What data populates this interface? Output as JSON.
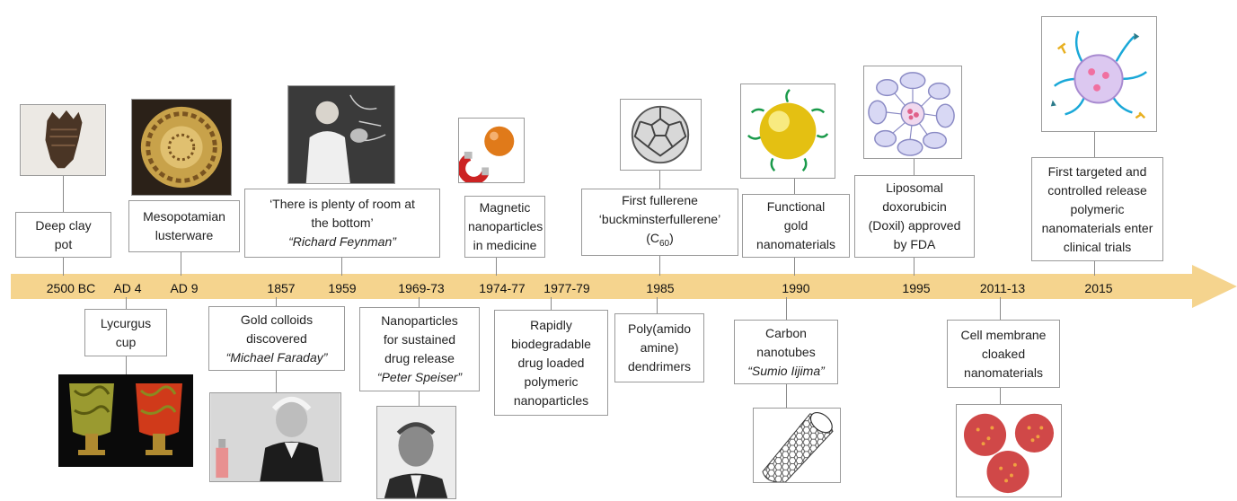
{
  "timeline": {
    "years": [
      "2500 BC",
      "AD 4",
      "AD 9",
      "1857",
      "1959",
      "1969-73",
      "1974-77",
      "1977-79",
      "1985",
      "1990",
      "1995",
      "2011-13",
      "2015"
    ],
    "colors": {
      "arrow": "#f5d48e",
      "connector": "#8a8a8a",
      "box_border": "#9a9a9a"
    }
  },
  "events": {
    "deep_clay_pot": [
      "Deep clay",
      "pot"
    ],
    "lycurgus_cup": [
      "Lycurgus",
      "cup"
    ],
    "mesopotamian_lusterware": [
      "Mesopotamian",
      "lusterware"
    ],
    "gold_colloids": [
      "Gold colloids",
      "discovered",
      "“Michael Faraday”"
    ],
    "plenty_of_room": [
      "‘There is plenty of room at",
      "the bottom’",
      "“Richard Feynman”"
    ],
    "sustained_release": [
      "Nanoparticles",
      "for sustained",
      "drug release",
      "“Peter Speiser”"
    ],
    "magnetic_nanoparticles": [
      "Magnetic",
      "nanoparticles",
      "in medicine"
    ],
    "biodegradable": [
      "Rapidly",
      "biodegradable",
      "drug loaded",
      "polymeric",
      "nanoparticles"
    ],
    "fullerene": [
      "First fullerene",
      "‘buckminsterfullerene’",
      "(C",
      "60",
      ")"
    ],
    "dendrimers": [
      "Poly(amido",
      "amine)",
      "dendrimers"
    ],
    "functional_gold": [
      "Functional",
      "gold",
      "nanomaterials"
    ],
    "carbon_nanotubes": [
      "Carbon",
      "nanotubes",
      "“Sumio Iijima”"
    ],
    "liposomal_doxorubicin": [
      "Liposomal",
      "doxorubicin",
      "(Doxil) approved",
      "by FDA"
    ],
    "cell_membrane": [
      "Cell membrane",
      "cloaked",
      "nanomaterials"
    ],
    "targeted_release": [
      "First targeted and",
      "controlled release",
      "polymeric",
      "nanomaterials enter",
      "clinical trials"
    ]
  },
  "images": {
    "clay_pot": "clay-pot-icon",
    "lycurgus_cup": "lycurgus-cup-icon",
    "lusterware": "lusterware-bowl-icon",
    "faraday": "faraday-portrait-icon",
    "feynman": "feynman-photo-icon",
    "speiser": "speiser-portrait-icon",
    "magnet": "magnet-nanoparticle-icon",
    "fullerene": "buckyball-icon",
    "gold_np": "gold-nanoparticle-icon",
    "nanotube": "carbon-nanotube-icon",
    "liposome": "liposome-icon",
    "cell_membrane": "cell-membrane-nanoparticle-icon",
    "polymeric": "polymeric-nanoparticle-icon"
  }
}
